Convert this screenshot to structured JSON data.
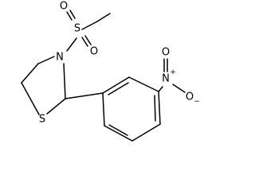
{
  "molecule": {
    "atoms": {
      "s_sulfonyl": "S",
      "o_sulfonyl_top": "O",
      "o_sulfonyl_bottom": "O",
      "n_ring": "N",
      "s_ring": "S",
      "n_nitro": "N",
      "n_nitro_charge": "+",
      "o_nitro_top": "O",
      "o_nitro_right": "O",
      "o_nitro_charge": "−"
    }
  }
}
